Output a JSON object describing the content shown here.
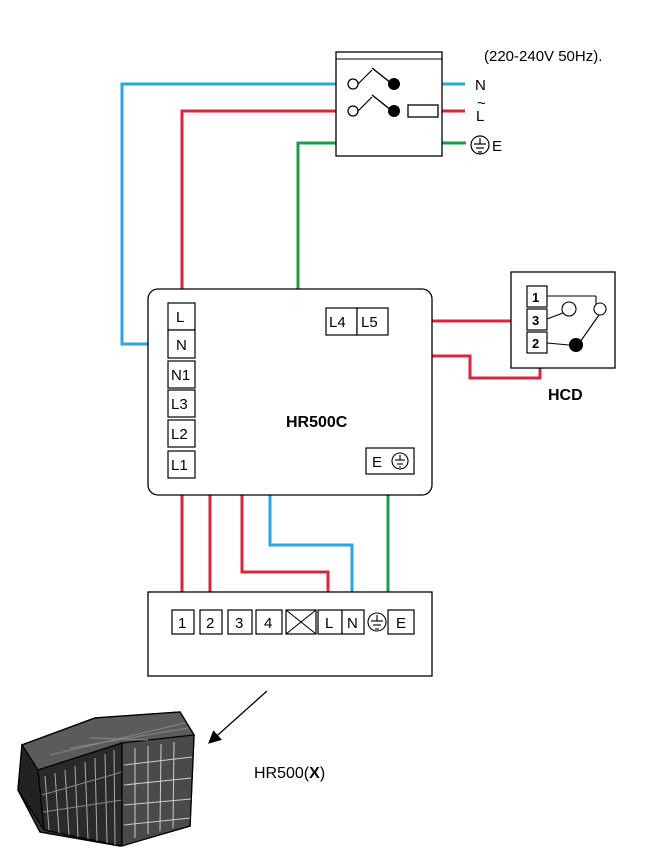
{
  "supply": {
    "spec": "(220-240V 50Hz).",
    "n": "N",
    "l": "L",
    "l_tilde": "~",
    "e": "E"
  },
  "controller": {
    "name": "HR500C",
    "left_terminals": [
      "L",
      "N",
      "N1",
      "L3",
      "L2",
      "L1"
    ],
    "hcd_terminals": [
      "L4",
      "L5"
    ],
    "earth_terminal": "E"
  },
  "sensor": {
    "name": "HCD",
    "terminals": [
      "1",
      "3",
      "2"
    ]
  },
  "heater_block": {
    "terminals": [
      "1",
      "2",
      "3",
      "4",
      "L",
      "N",
      "E"
    ]
  },
  "product": {
    "name_prefix": "HR500(",
    "name_x": "X",
    "name_suffix": ")"
  },
  "colors": {
    "live": "#d7263d",
    "neutral": "#29a7e1",
    "earth": "#1e9c47"
  }
}
